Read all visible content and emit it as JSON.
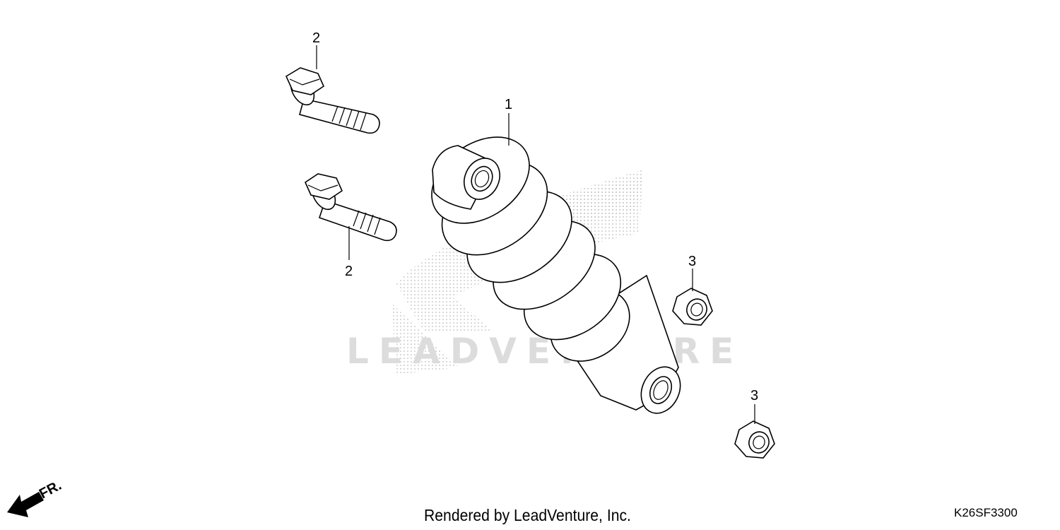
{
  "callouts": {
    "c1": "1",
    "c2a": "2",
    "c2b": "2",
    "c3a": "3",
    "c3b": "3"
  },
  "watermark": "LEADVENTURE",
  "direction": "FR.",
  "footer": {
    "credit": "Rendered by LeadVenture, Inc.",
    "code": "K26SF3300"
  }
}
